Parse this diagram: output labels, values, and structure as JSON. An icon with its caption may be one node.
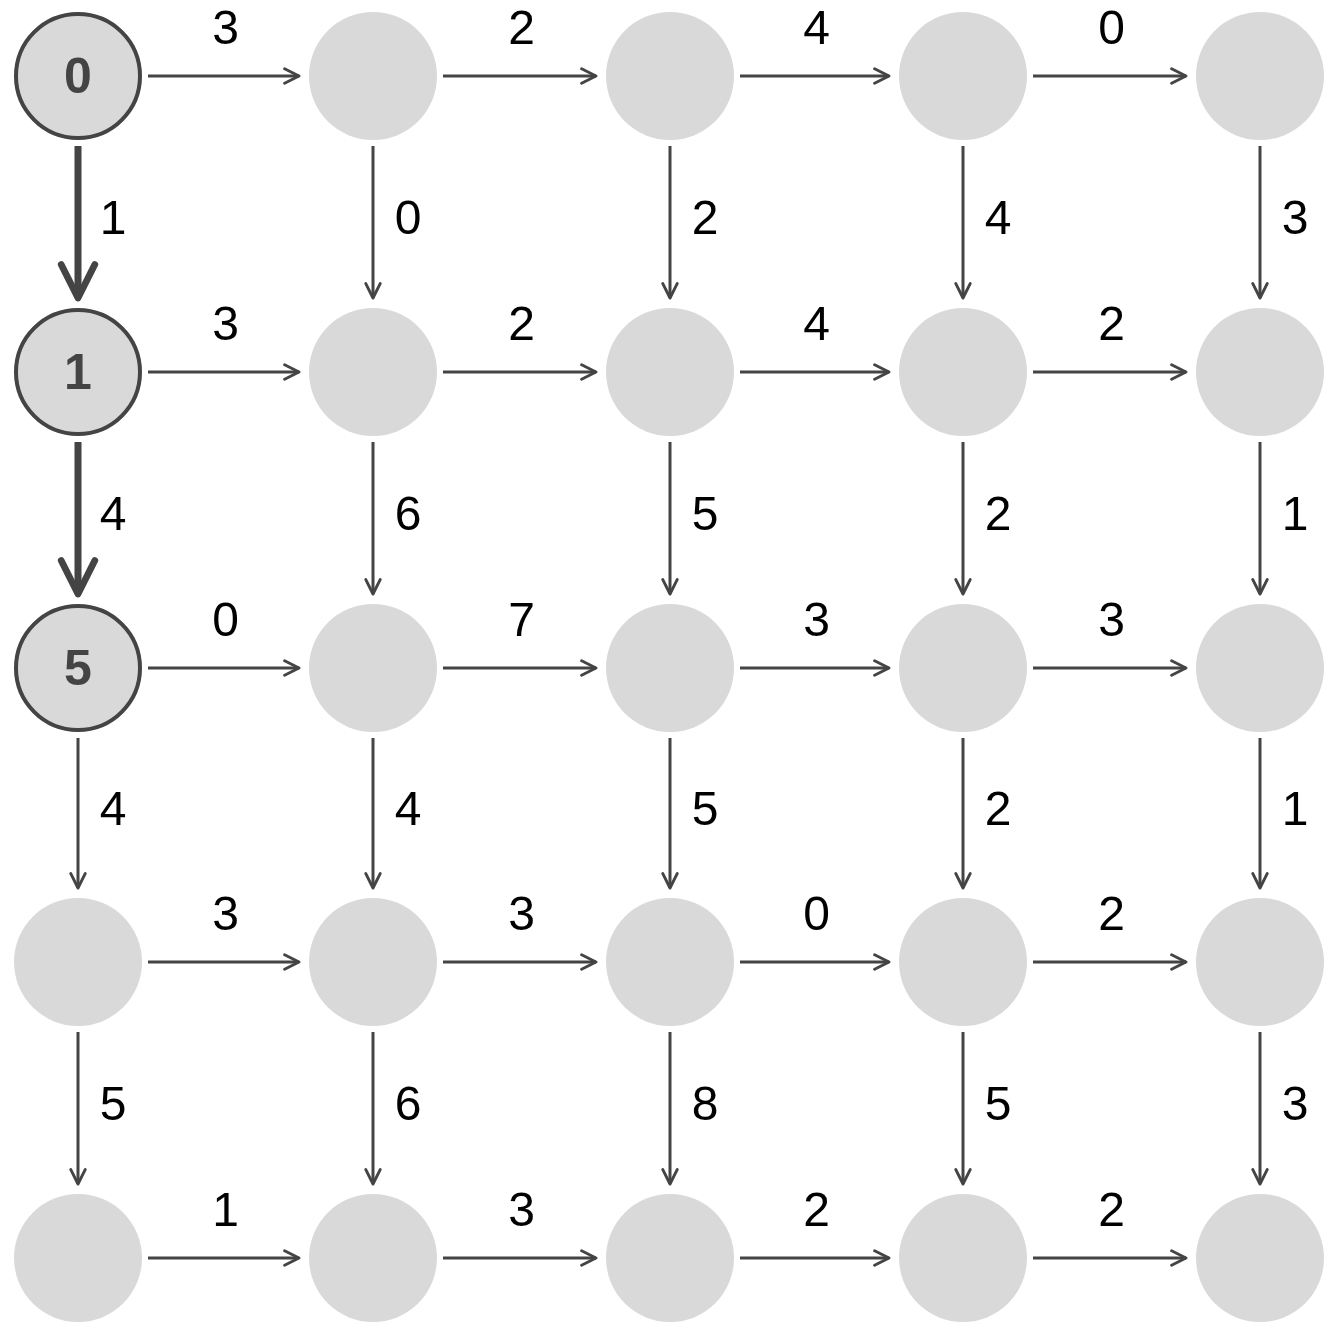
{
  "diagram": {
    "nodes": [
      {
        "text": [
          "0"
        ]
      },
      {
        "text": [],
        "shape": "circle"
      },
      {
        "text": [],
        "shape": "circle"
      },
      {
        "text": [],
        "shape": "circle"
      },
      {
        "text": [],
        "shape": "circle"
      },
      {
        "text": [
          "1"
        ]
      },
      {
        "text": [],
        "shape": "circle"
      },
      {
        "text": [],
        "shape": "circle"
      },
      {
        "text": [],
        "shape": "circle"
      },
      {
        "text": [],
        "shape": "circle"
      },
      {
        "text": [
          "5"
        ]
      },
      {
        "text": [],
        "shape": "circle"
      },
      {
        "text": [],
        "shape": "circle"
      },
      {
        "text": [],
        "shape": "circle"
      },
      {
        "text": [],
        "shape": "circle"
      },
      {
        "text": [],
        "shape": "circle"
      },
      {
        "text": [],
        "shape": "circle"
      },
      {
        "text": [],
        "shape": "circle"
      },
      {
        "text": [],
        "shape": "circle"
      },
      {
        "text": [],
        "shape": "circle"
      },
      {
        "text": [],
        "shape": "circle"
      },
      {
        "text": [],
        "shape": "circle"
      },
      {
        "text": [],
        "shape": "circle"
      },
      {
        "text": [],
        "shape": "circle"
      },
      {
        "text": [],
        "shape": "circle"
      }
    ],
    "edges": [
      {
        "from": 0,
        "to": 1,
        "arrow": "to",
        "label": "3"
      },
      {
        "from": 1,
        "to": 2,
        "arrow": "to",
        "label": "2"
      },
      {
        "from": 2,
        "to": 3,
        "arrow": "to",
        "label": "4"
      },
      {
        "from": 3,
        "to": 4,
        "arrow": "to",
        "label": "0"
      },
      {
        "from": 0,
        "to": 5,
        "arrow": "to",
        "label": "1",
        "style": "thick"
      },
      {
        "from": 1,
        "to": 6,
        "arrow": "to",
        "label": "0"
      },
      {
        "from": 2,
        "to": 7,
        "arrow": "to",
        "label": "2"
      },
      {
        "from": 3,
        "to": 8,
        "arrow": "to",
        "label": "4"
      },
      {
        "from": 4,
        "to": 9,
        "arrow": "to",
        "label": "3"
      },
      {
        "from": 5,
        "to": 6,
        "arrow": "to",
        "label": "3"
      },
      {
        "from": 6,
        "to": 7,
        "arrow": "to",
        "label": "2"
      },
      {
        "from": 7,
        "to": 8,
        "arrow": "to",
        "label": "4"
      },
      {
        "from": 8,
        "to": 9,
        "arrow": "to",
        "label": "2"
      },
      {
        "from": 5,
        "to": 10,
        "arrow": "to",
        "label": "4",
        "style": "thick"
      },
      {
        "from": 6,
        "to": 11,
        "arrow": "to",
        "label": "6"
      },
      {
        "from": 7,
        "to": 12,
        "arrow": "to",
        "label": "5"
      },
      {
        "from": 8,
        "to": 13,
        "arrow": "to",
        "label": "2"
      },
      {
        "from": 9,
        "to": 14,
        "arrow": "to",
        "label": "1"
      },
      {
        "from": 10,
        "to": 11,
        "arrow": "to",
        "label": "0"
      },
      {
        "from": 11,
        "to": 12,
        "arrow": "to",
        "label": "7"
      },
      {
        "from": 12,
        "to": 13,
        "arrow": "to",
        "label": "3"
      },
      {
        "from": 13,
        "to": 14,
        "arrow": "to",
        "label": "3"
      },
      {
        "from": 10,
        "to": 15,
        "arrow": "to",
        "label": "4"
      },
      {
        "from": 11,
        "to": 16,
        "arrow": "to",
        "label": "4"
      },
      {
        "from": 12,
        "to": 17,
        "arrow": "to",
        "label": "5"
      },
      {
        "from": 13,
        "to": 18,
        "arrow": "to",
        "label": "2"
      },
      {
        "from": 14,
        "to": 19,
        "arrow": "to",
        "label": "1"
      },
      {
        "from": 15,
        "to": 16,
        "arrow": "to",
        "label": "3"
      },
      {
        "from": 16,
        "to": 17,
        "arrow": "to",
        "label": "3"
      },
      {
        "from": 17,
        "to": 18,
        "arrow": "to",
        "label": "0"
      },
      {
        "from": 18,
        "to": 19,
        "arrow": "to",
        "label": "2"
      },
      {
        "from": 15,
        "to": 20,
        "arrow": "to",
        "label": "5"
      },
      {
        "from": 16,
        "to": 21,
        "arrow": "to",
        "label": "6"
      },
      {
        "from": 17,
        "to": 22,
        "arrow": "to",
        "label": "8"
      },
      {
        "from": 18,
        "to": 23,
        "arrow": "to",
        "label": "5"
      },
      {
        "from": 19,
        "to": 24,
        "arrow": "to",
        "label": "3"
      },
      {
        "from": 20,
        "to": 21,
        "arrow": "to",
        "label": "1"
      },
      {
        "from": 21,
        "to": 22,
        "arrow": "to",
        "label": "3"
      },
      {
        "from": 22,
        "to": 23,
        "arrow": "to",
        "label": "2"
      },
      {
        "from": 23,
        "to": 24,
        "arrow": "to",
        "label": "2"
      }
    ]
  }
}
